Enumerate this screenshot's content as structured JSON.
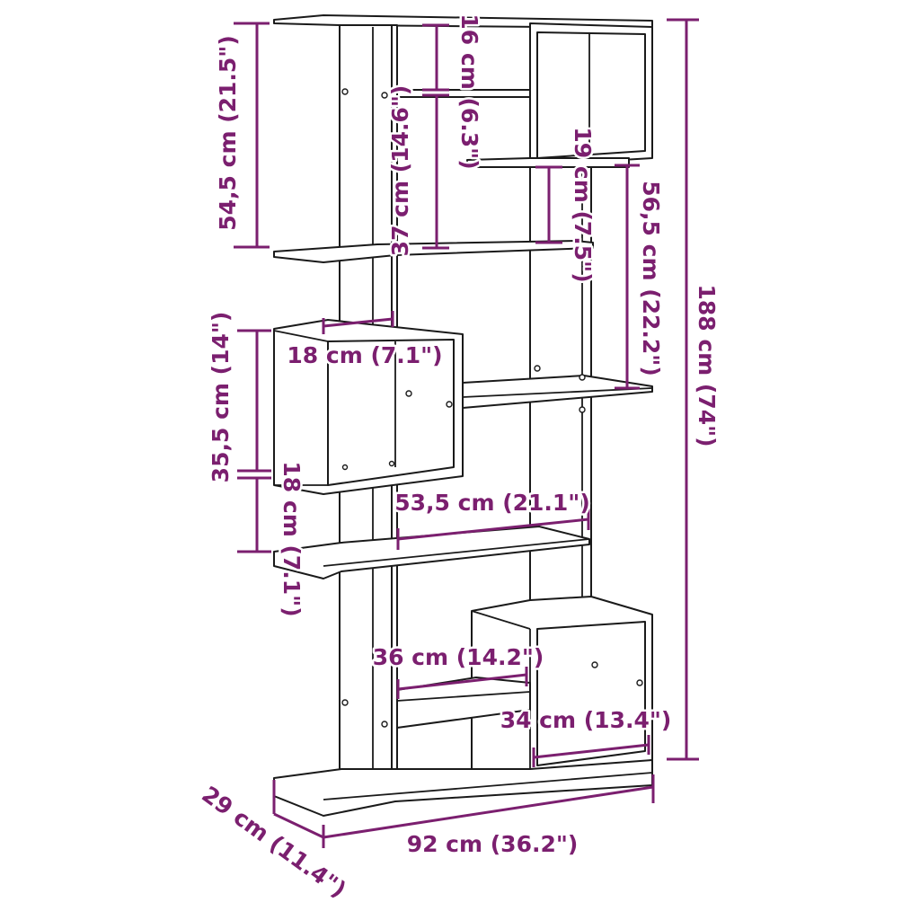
{
  "dimensions": {
    "total_height": "188 cm (74\")",
    "top_section_height": "54,5 cm (21.5\")",
    "top_cube_height": "16 cm (6.3\")",
    "upper_compartment_height": "37 cm (14.6\")",
    "small_gap_height": "19 cm (7.5\")",
    "right_upper_height": "56,5 cm (22.2\")",
    "cube_width": "18 cm (7.1\")",
    "left_cube_height": "35,5 cm (14\")",
    "left_lower_height": "18 cm (7.1\")",
    "middle_shelf_width": "53,5 cm (21.1\")",
    "lower_left_width": "36 cm (14.2\")",
    "lower_right_width": "34 cm (13.4\")",
    "total_width": "92 cm (36.2\")",
    "depth": "29 cm (11.4\")"
  },
  "colors": {
    "dimension": "#7b1f6f",
    "outline": "#1a1a1a"
  }
}
